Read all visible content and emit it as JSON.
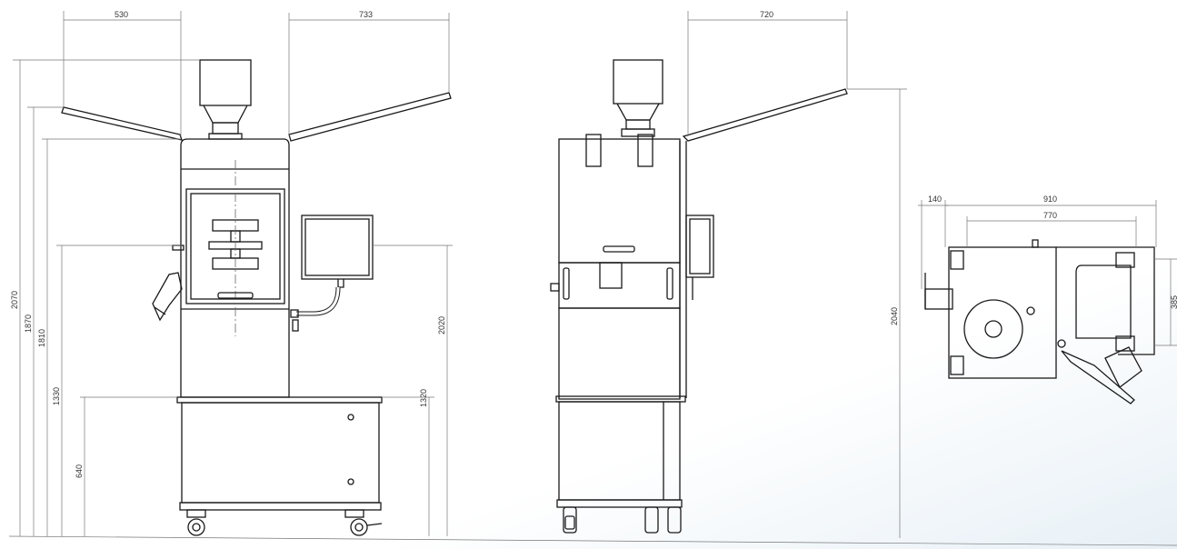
{
  "drawing": {
    "colors": {
      "line": "#1a1a1a",
      "dim": "#6b6b6b",
      "text": "#333333"
    },
    "front_view": {
      "dims": {
        "width_top": "530",
        "wing_right": "733",
        "h_total": "2070",
        "h_wing": "1870",
        "h_body_top": "1810",
        "h_handle": "1330",
        "h_table": "640",
        "h_screen_total": "2020",
        "h_table_right": "1320"
      }
    },
    "side_view": {
      "dims": {
        "wing": "720",
        "height": "2040"
      }
    },
    "top_view": {
      "dims": {
        "offset_left": "140",
        "width_total": "910",
        "width_inner": "770",
        "height_right": "385"
      }
    }
  }
}
